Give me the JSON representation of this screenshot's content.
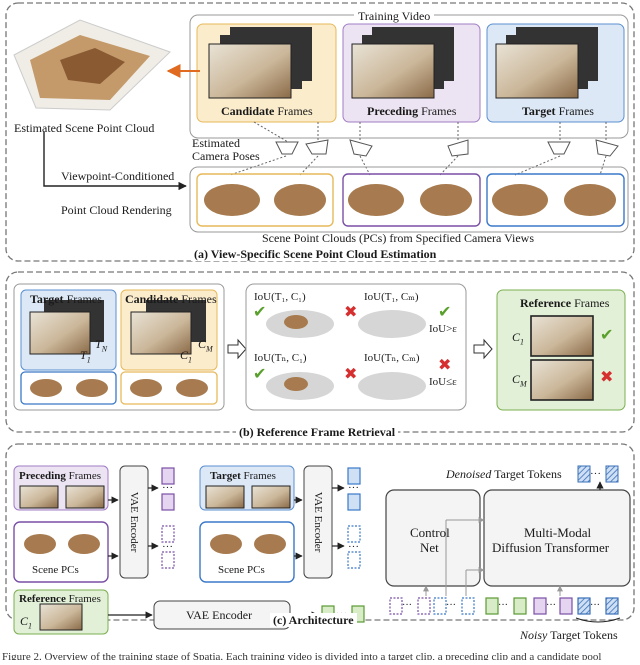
{
  "sectionA": {
    "training_video": "Training Video",
    "candidate_bold": "Candidate",
    "preceding_bold": "Preceding",
    "target_bold": "Target",
    "frames_word": "Frames",
    "estimated_cloud": "Estimated Scene Point Cloud",
    "estimated_poses_line1": "Estimated",
    "estimated_poses_line2": "Camera Poses",
    "viewpoint_line1": "Viewpoint-Conditioned",
    "viewpoint_line2": "Point Cloud Rendering",
    "scene_pcs": "Scene Point Clouds (PCs) from Specified Camera Views",
    "title": "(a) View-Specific Scene Point Cloud Estimation"
  },
  "sectionB": {
    "target_frames_bold": "Target",
    "candidate_frames_bold": "Candidate",
    "frames_word": "Frames",
    "tn": "T",
    "tn_sub": "N",
    "t1": "T",
    "t1_sub": "1",
    "c1": "C",
    "c1_sub": "1",
    "cm": "C",
    "cm_sub": "M",
    "iou_t1_c1": "IoU(T₁, C₁)",
    "iou_t1_cm": "IoU(T₁, Cₘ)",
    "iou_tn_c1": "IoU(Tₙ, C₁)",
    "iou_tn_cm": "IoU(Tₙ, Cₘ)",
    "iou_gt": "IoU>ε",
    "iou_le": "IoU≤ε",
    "reference_bold": "Reference",
    "title": "(b) Reference Frame Retrieval"
  },
  "sectionC": {
    "preceding_bold": "Preceding",
    "target_bold": "Target",
    "reference_bold": "Reference",
    "frames_word": "Frames",
    "scene_pcs": "Scene PCs",
    "vae_encoder": "VAE Encoder",
    "control_line1": "Control",
    "control_line2": "Net",
    "mmdt_line1": "Multi-Modal",
    "mmdt_line2": "Diffusion Transformer",
    "denoised_italic": "Denoised",
    "noisy_italic": "Noisy",
    "target_tokens": "Target Tokens",
    "c1": "C",
    "c1_sub": "1",
    "ellipsis": "···",
    "title": "(c) Architecture"
  },
  "caption_fragment": "Figure 2. Overview of the training stage of Spatia. Each training video is divided into a target clip, a preceding clip and a candidate pool",
  "colors": {
    "candidate_fill": "#fbeccc",
    "candidate_stroke": "#e7b95a",
    "preceding_fill": "#ece4f3",
    "preceding_stroke": "#a27cc4",
    "target_fill": "#dce8f6",
    "target_stroke": "#5b8fd0",
    "reference_fill": "#e3f0d8",
    "reference_stroke": "#79b04f",
    "check": "#5aa02c",
    "cross": "#d62f2f",
    "arrow_orange": "#e06a1f",
    "dashed_border": "#777777"
  }
}
